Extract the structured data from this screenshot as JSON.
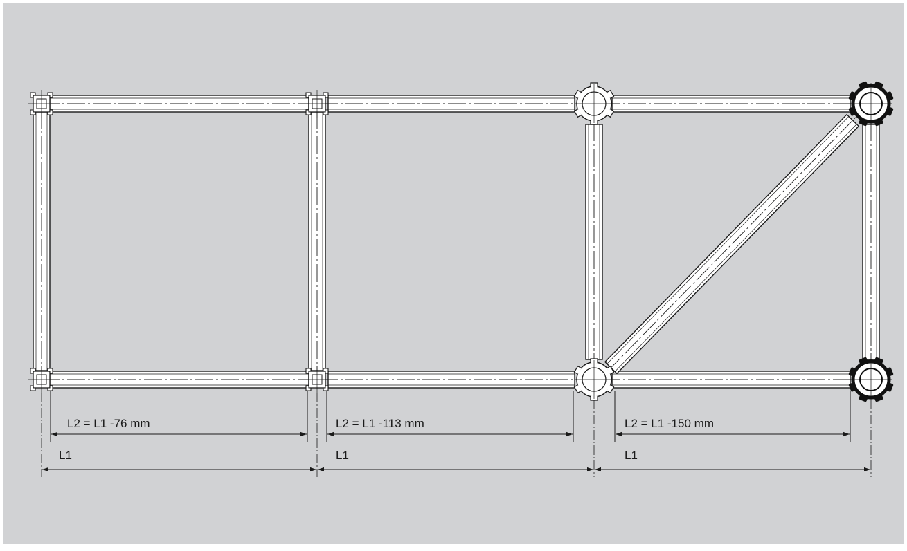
{
  "background_color": "#d1d2d4",
  "beam_color": "#ffffff",
  "line_color": "#1a1a1a",
  "dimensions": [
    {
      "l2_label": "L2 = L1 -76 mm",
      "l1_label": "L1"
    },
    {
      "l2_label": "L2 = L1 -113 mm",
      "l1_label": "L1"
    },
    {
      "l2_label": "L2 = L1 -150 mm",
      "l1_label": "L1"
    }
  ],
  "connector_icons": [
    "square-profile-connector-icon",
    "round-profile-connector-icon",
    "heavy-round-profile-connector-icon"
  ]
}
